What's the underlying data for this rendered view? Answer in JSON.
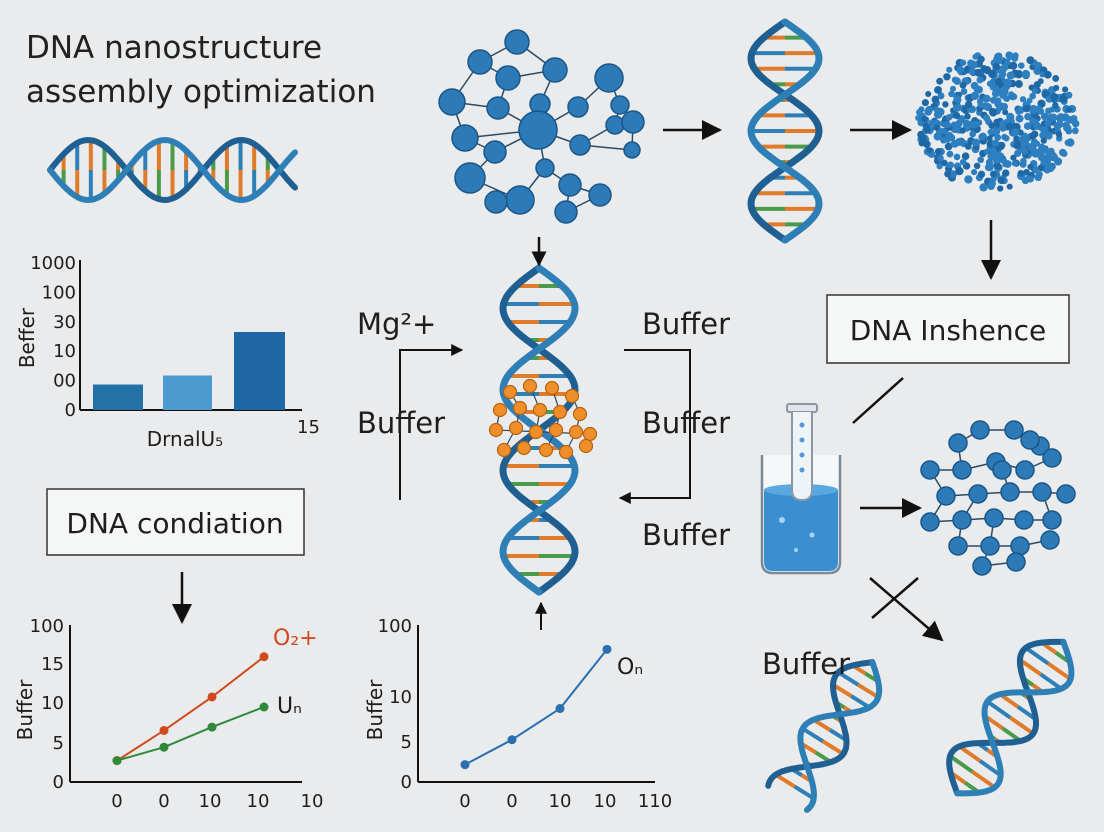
{
  "title": {
    "line1": "DNA nanostructure",
    "line2": "assembly optimization"
  },
  "labels": {
    "mg": "Mg²+",
    "buffer_left": "Buffer",
    "buffer_right_top": "Buffer",
    "buffer_right_mid": "Buffer",
    "buffer_right_bot": "Buffer",
    "buffer_bottom_right": "Buffer"
  },
  "boxes": {
    "dna_inshence": "DNA Inshence",
    "dna_condiation": "DNA condiation"
  },
  "colors": {
    "dna_blue": "#2f7fb7",
    "dna_dark": "#1f5f91",
    "base_orange": "#e07b2a",
    "base_green": "#4a9a4a",
    "node_blue": "#2c7bb8",
    "orange_node": "#ee8f2a",
    "line_red": "#d04a1e",
    "line_green": "#2e8a3a",
    "line_blue": "#2a6fb0"
  },
  "chart_data": [
    {
      "type": "bar",
      "ylabel": "Beffer",
      "xlabel": "DrnalU₅",
      "ytick_labels": [
        "1000",
        "100",
        "30",
        "10",
        "00",
        "0"
      ],
      "xtick_label_end": "15",
      "values": [
        0.17,
        0.23,
        0.52
      ],
      "colors": [
        "#2471a8",
        "#4d9ad0",
        "#1d68a4"
      ]
    },
    {
      "type": "line",
      "ylabel": "Buffer",
      "ytick_labels": [
        "100",
        "15",
        "10",
        "5",
        "0"
      ],
      "xtick_labels": [
        "0",
        "0",
        "10",
        "10",
        "10"
      ],
      "series": [
        {
          "name": "O₂+",
          "color": "#d04a1e",
          "values": [
            2,
            6.5,
            11.5,
            17.5
          ]
        },
        {
          "name": "Uₙ",
          "color": "#2e8a3a",
          "values": [
            2,
            4,
            7,
            10
          ]
        }
      ]
    },
    {
      "type": "line",
      "ylabel": "Buffer",
      "ytick_labels": [
        "100",
        "10",
        "5",
        "0"
      ],
      "xtick_labels": [
        "0",
        "0",
        "10",
        "10",
        "110"
      ],
      "series": [
        {
          "name": "Oₙ",
          "color": "#2a6fb0",
          "values": [
            1.5,
            5.5,
            10.5,
            20
          ]
        }
      ]
    }
  ]
}
